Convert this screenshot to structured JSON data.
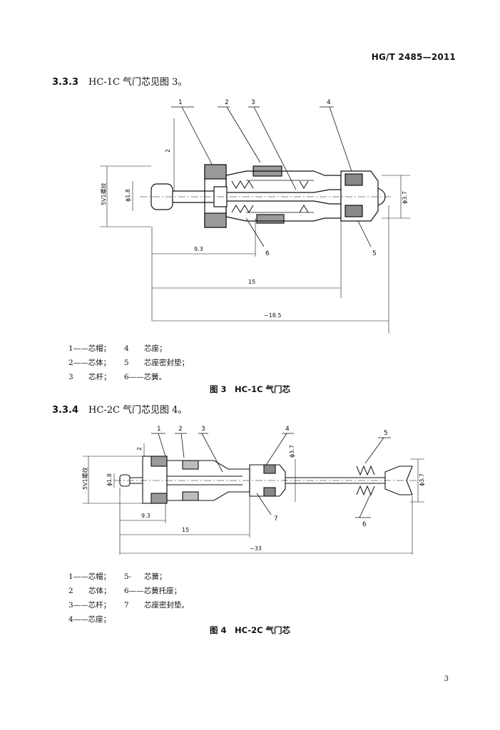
{
  "header": {
    "standard_code": "HG/T 2485—2011"
  },
  "section_3_3_3": {
    "number": "3.3.3",
    "text": "HC-1C 气门芯见图 3。"
  },
  "figure3": {
    "callouts": [
      "1",
      "2",
      "3",
      "4",
      "5",
      "6"
    ],
    "dims": {
      "thread": "5V1螺纹",
      "dia_small": "ϕ1.8",
      "dia_large": "ϕ3.7",
      "small_top": "2",
      "len_a": "9.3",
      "len_b": "15",
      "len_c": "~18.5"
    },
    "legend": [
      [
        "1——芯帽；",
        "4",
        "芯座；"
      ],
      [
        "2——芯体；",
        "5",
        "芯座密封垫；"
      ],
      [
        "3",
        "芯杆；",
        "6——芯簧。"
      ]
    ],
    "caption": "图 3　HC-1C 气门芯"
  },
  "section_3_3_4": {
    "number": "3.3.4",
    "text": "HC-2C 气门芯见图 4。"
  },
  "figure4": {
    "callouts": [
      "1",
      "2",
      "3",
      "4",
      "5",
      "6",
      "7"
    ],
    "dims": {
      "thread": "5V1螺纹",
      "dia_small": "ϕ1.8",
      "dia_mid": "ϕ3.7",
      "dia_large": "ϕ3.7",
      "small_top": "2",
      "len_a": "9.3",
      "len_b": "15",
      "len_c": "~33"
    },
    "legend": [
      [
        "1——芯帽；",
        "5-",
        "芯簧；"
      ],
      [
        "2",
        "芯体；",
        "6——芯簧托座；"
      ],
      [
        "3——芯杆；",
        "7",
        "芯座密封垫。"
      ],
      [
        "4——芯座；",
        "",
        ""
      ]
    ],
    "caption": "图 4　HC-2C 气门芯"
  },
  "page_number": "3"
}
